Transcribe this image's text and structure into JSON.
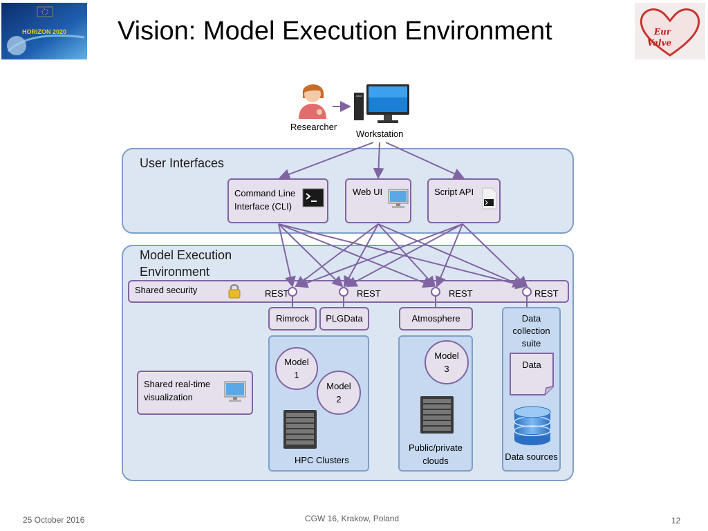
{
  "slide": {
    "title": "Vision: Model Execution Environment",
    "footer_date": "25 October 2016",
    "footer_event": "CGW 16, Krakow, Poland",
    "page_number": "12"
  },
  "logos": {
    "left": "HORIZON 2020",
    "right": "Eur Valve"
  },
  "actors": {
    "researcher": "Researcher",
    "workstation": "Workstation"
  },
  "user_interfaces": {
    "label": "User Interfaces",
    "cli_line1": "Command Line",
    "cli_line2": "Interface (CLI)",
    "webui": "Web UI",
    "script_api": "Script API"
  },
  "mee": {
    "label_line1": "Model Execution",
    "label_line2": "Environment",
    "shared_security": "Shared security",
    "rest_label": "REST",
    "services": [
      "Rimrock",
      "PLGData",
      "Atmosphere"
    ],
    "data_collection": [
      "Data",
      "collection",
      "suite"
    ],
    "data_doc": "Data",
    "data_sources": "Data sources",
    "shared_viz_line1": "Shared real-time",
    "shared_viz_line2": "visualization",
    "hpc": {
      "model1": [
        "Model",
        "1"
      ],
      "model2": [
        "Model",
        "2"
      ],
      "label": "HPC Clusters"
    },
    "cloud": {
      "model3": [
        "Model",
        "3"
      ],
      "label_line1": "Public/private",
      "label_line2": "clouds"
    }
  },
  "colors": {
    "panel_fill": "#dce6f2",
    "panel_border": "#7f9fc9",
    "box_fill": "#e6e0ec",
    "arrow": "#8064a2"
  },
  "icons": [
    "researcher-icon",
    "workstation-icon",
    "terminal-icon",
    "monitor-icon",
    "script-icon",
    "lock-icon",
    "server-rack-icon",
    "database-icon",
    "document-icon"
  ]
}
